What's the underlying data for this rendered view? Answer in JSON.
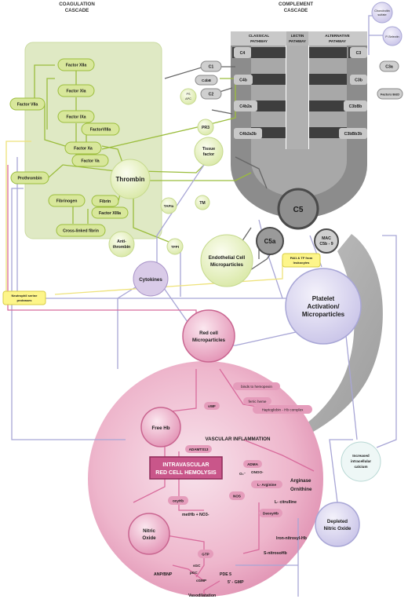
{
  "headers": {
    "coag_line1": "COAGULATION",
    "coag_line2": "CASCADE",
    "comp_line1": "COMPLEMENT",
    "comp_line2": "CASCADE",
    "classical_line1": "CLASSICAL",
    "classical_line2": "PATHWAY",
    "lectin_line1": "LECTIN",
    "lectin_line2": "PATHWAY",
    "alternative_line1": "ALTERNATIVE",
    "alternative_line2": "PATHWAY"
  },
  "coagulation": {
    "factor_xiia": "Factor XIIa",
    "factor_xia": "Factor XIa",
    "factor_viia": "Factor VIIa",
    "factor_ixa": "Factor IXa",
    "factor_viiia": "FactorVIIIa",
    "factor_xa": "Factor Xa",
    "factor_va": "Factor Va",
    "prothrombin": "Prothrombin",
    "thrombin": "Thrombin",
    "fibrinogen": "Fibrinogen",
    "fibrin": "Fibrin",
    "factor_xiiia": "Factor XIIIa",
    "crosslinked_fibrin": "Cross-linked fibrin",
    "antithrombin_line1": "Anti-",
    "antithrombin_line2": "thrombin",
    "tafia": "TAFIa",
    "tm": "TM",
    "tfpi": "TFPI",
    "pr3": "PR3",
    "tissue_factor_line1": "Tissue",
    "tissue_factor_line2": "factor",
    "ps_apc_line1": "PS",
    "ps_apc_line2": "APC"
  },
  "complement": {
    "c1": "C1",
    "c4b_b": "C4bB",
    "c2": "C2",
    "c4": "C4",
    "c4b": "C4b",
    "c4b2a": "C4b2a",
    "c4b2a3b": "C4b2a3b",
    "c3": "C3",
    "c3a": "C3a",
    "c3b": "C3b",
    "factors_bd": "Factors B&D",
    "c3bbb": "C3bBb",
    "c3bbb3b": "C3bBb3b",
    "c5": "C5",
    "c5a": "C5a",
    "mac_line1": "MAC",
    "mac_line2": "C5b - 9",
    "chondroitin_line1": "Chondroitin",
    "chondroitin_line2": "sulfate",
    "p_selectin": "P-Selectin",
    "pai1_line1": "PAI1 & TF from",
    "pai1_line2": "leukocytes"
  },
  "cells": {
    "cytokines": "Cytokines",
    "endothelial_line1": "Endothelial Cell",
    "endothelial_line2": "Microparticles",
    "platelet_line1": "Platelet",
    "platelet_line2": "Activation/",
    "platelet_line3": "Microparticles",
    "neutrophil_line1": "Neutrophil serine",
    "neutrophil_line2": "proteases",
    "red_cell_line1": "Red cell",
    "red_cell_line2": "Microparticles"
  },
  "hemolysis": {
    "binds_hemopexin": "binds to hemopexin",
    "vwf": "vWF",
    "ferric_heme": "ferric heme",
    "haptoglobin": "Haptoglobin - Hb complex",
    "free_hb": "Free Hb",
    "adamts13": "ADAMTS13",
    "vascular_inflammation": "VASCULAR INFLAMMATION",
    "intravascular_line1": "INTRAVASCULAR",
    "intravascular_line2": "RED CELL HEMOLYSIS",
    "adma": "ADMA",
    "onoo": "ONOO-",
    "o2": "O₂⁻",
    "l_arginine": "L- Arginine",
    "arginase": "Arginase",
    "ornithine": "Ornithine",
    "nos": "NOS",
    "l_citrulline": "L- citrulline",
    "oxyhb": "oxyHb",
    "methb": "metHb + NO3-",
    "deoxyhb": "DeoxyHb",
    "iron_nitrosyl": "Iron-nitrosyl-Hb",
    "s_nitroso": "S-nitrosoHb",
    "increased_line1": "Increased",
    "increased_line2": "intracellular",
    "increased_line3": "calcium",
    "depleted_line1": "Depleted",
    "depleted_line2": "Nitric Oxide",
    "nitric_line1": "Nitric",
    "nitric_line2": "Oxide",
    "gtp": "GTP",
    "sgc": "sGC",
    "anp": "ANP/BNP",
    "pgc": "pGC",
    "cgmp": "cGMP",
    "pde5": "PDE 5",
    "gmp": "5' - GMP",
    "vasodilatation": "Vasodilatation"
  },
  "colors": {
    "coag_bg": "#dfe9c4",
    "coag_pill": "#d8e79b",
    "coag_stroke": "#9bbd3c",
    "complement_gray": "#9a9a9a",
    "complement_dark": "#555555",
    "purple_node": "#d8d3ef",
    "pink_node": "#e7a3bf",
    "hemolysis_bg": "#e9a9c3",
    "lavender_line": "#a8a6d6",
    "pink_line": "#d86b9c",
    "yellow_box": "#fdf58a"
  }
}
